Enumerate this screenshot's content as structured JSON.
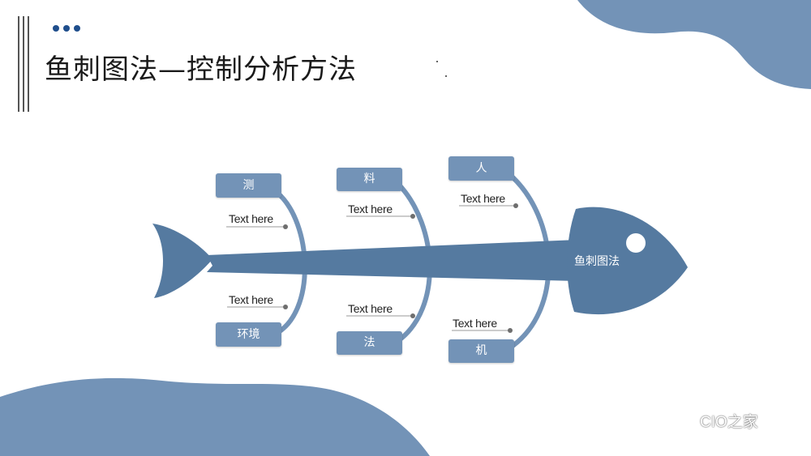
{
  "title": "鱼刺图法—控制分析方法",
  "fish_head_label": "鱼刺图法",
  "categories": {
    "top_left": "测",
    "top_mid": "料",
    "top_right": "人",
    "bottom_left": "环境",
    "bottom_mid": "法",
    "bottom_right": "机"
  },
  "labels": {
    "top_left": "Text here",
    "top_mid": "Text here",
    "top_right": "Text here",
    "bottom_left": "Text here",
    "bottom_mid": "Text here",
    "bottom_right": "Text here"
  },
  "watermark": "CIO之家",
  "colors": {
    "accent": "#7393b7",
    "fish": "#557aa0",
    "title_dots": "#1f4e8c"
  },
  "icons": {
    "watermark": "wechat-icon"
  }
}
